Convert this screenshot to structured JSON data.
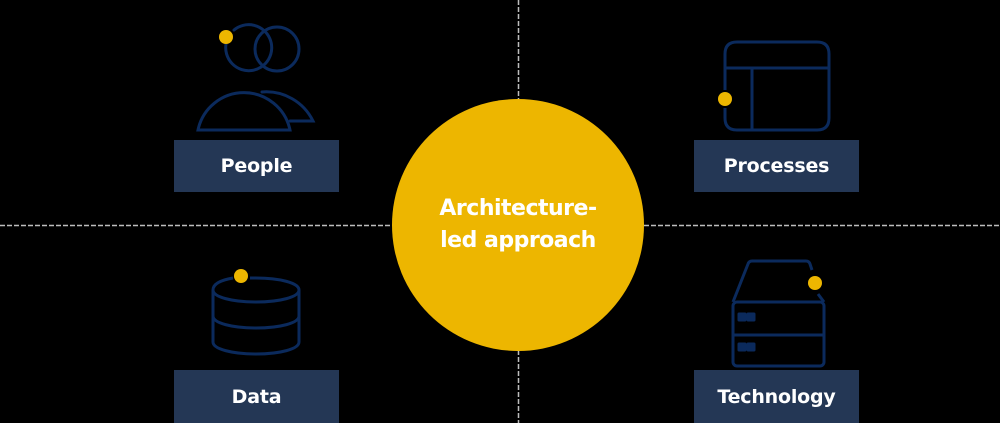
{
  "diagram": {
    "center": {
      "line1": "Architecture-",
      "line2": "led approach",
      "color": "#EDB600"
    },
    "quadrants": [
      {
        "label": "People",
        "icon": "people-icon",
        "position": "top-left"
      },
      {
        "label": "Processes",
        "icon": "window-layout-icon",
        "position": "top-right"
      },
      {
        "label": "Data",
        "icon": "database-icon",
        "position": "bottom-left"
      },
      {
        "label": "Technology",
        "icon": "server-icon",
        "position": "bottom-right"
      }
    ],
    "colors": {
      "background": "#000000",
      "icon_stroke": "#0B2A5C",
      "label_fill": "#243755",
      "label_text": "#FFFFFF",
      "accent_dot": "#EDB600",
      "divider": "#BDBDBD"
    }
  }
}
